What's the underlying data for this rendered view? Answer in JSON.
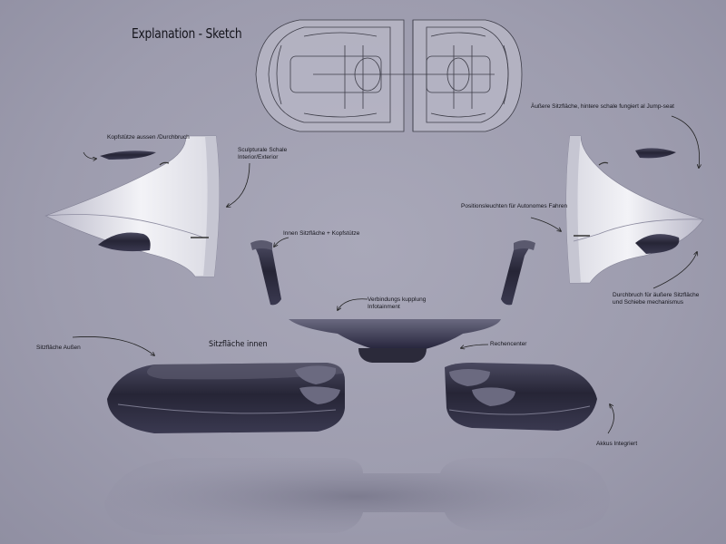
{
  "title": "Explanation - Sketch",
  "labels": {
    "kopfstuetze": "Kopfstütze aussen /Durchbruch",
    "skulpturale": "Sculpturale Schale",
    "skulpturale2": "Interior/Exterior",
    "aussen_sitzflaeche": "Äußere Sitzfläche, hintere schale fungiert al Jump-seat",
    "positionsleuchten": "Positionsleuchten für Autonomes Fahren",
    "innen_sitzflaeche": "Innen Sitzfläche + Kopfstütze",
    "verbindung1": "Verbindungs kupplung",
    "verbindung2": "Infotainment",
    "durchbruch1": "Durchbruch für äußere Sitzfläche",
    "durchbruch2": "und Schiebe mechanismus",
    "sitzflaeche_aussen": "Sitzfläche Außen",
    "sitzflaeche_innen": "Sitzfläche innen",
    "rechencenter": "Rechencenter",
    "akkus": "Akkus Integriert"
  },
  "colors": {
    "background": "#9d9cae",
    "shell_light": "#f2f2f6",
    "shell_dark": "#2b2a3a",
    "ink": "#15151c"
  }
}
